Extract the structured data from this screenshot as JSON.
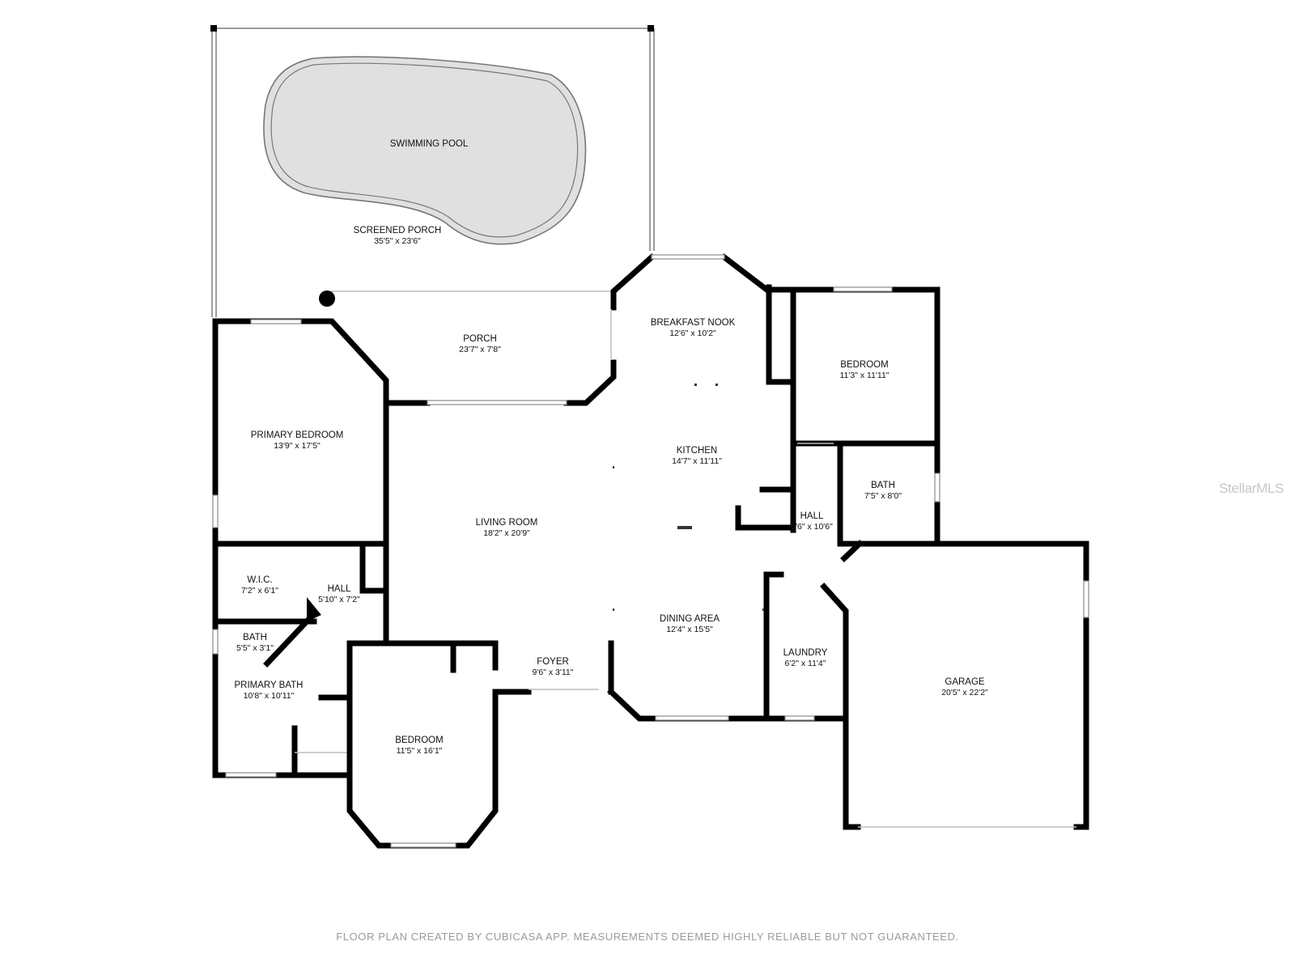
{
  "rooms": [
    {
      "id": "swimming-pool",
      "name": "SWIMMING POOL",
      "size": ""
    },
    {
      "id": "screened-porch",
      "name": "SCREENED PORCH",
      "size": "35'5\" x 23'6\""
    },
    {
      "id": "porch",
      "name": "PORCH",
      "size": "23'7\" x 7'8\""
    },
    {
      "id": "breakfast-nook",
      "name": "BREAKFAST NOOK",
      "size": "12'6\" x 10'2\""
    },
    {
      "id": "bedroom-ne",
      "name": "BEDROOM",
      "size": "11'3\" x 11'11\""
    },
    {
      "id": "primary-bedroom",
      "name": "PRIMARY BEDROOM",
      "size": "13'9\" x 17'5\""
    },
    {
      "id": "kitchen",
      "name": "KITCHEN",
      "size": "14'7\" x 11'11\""
    },
    {
      "id": "bath-e",
      "name": "BATH",
      "size": "7'5\" x 8'0\""
    },
    {
      "id": "living-room",
      "name": "LIVING ROOM",
      "size": "18'2\" x 20'9\""
    },
    {
      "id": "hall-e",
      "name": "HALL",
      "size": "3'6\" x 10'6\""
    },
    {
      "id": "wic",
      "name": "W.I.C.",
      "size": "7'2\" x 6'1\""
    },
    {
      "id": "hall-w",
      "name": "HALL",
      "size": "5'10\" x 7'2\""
    },
    {
      "id": "dining-area",
      "name": "DINING AREA",
      "size": "12'4\" x 15'5\""
    },
    {
      "id": "bath-w",
      "name": "BATH",
      "size": "5'5\" x 3'1\""
    },
    {
      "id": "laundry",
      "name": "LAUNDRY",
      "size": "6'2\" x 11'4\""
    },
    {
      "id": "foyer",
      "name": "FOYER",
      "size": "9'6\" x 3'11\""
    },
    {
      "id": "primary-bath",
      "name": "PRIMARY BATH",
      "size": "10'8\" x 10'11\""
    },
    {
      "id": "garage",
      "name": "GARAGE",
      "size": "20'5\" x 22'2\""
    },
    {
      "id": "bedroom-s",
      "name": "BEDROOM",
      "size": "11'5\" x 16'1\""
    }
  ],
  "footer": "FLOOR PLAN CREATED BY CUBICASA APP. MEASUREMENTS DEEMED HIGHLY RELIABLE BUT NOT GUARANTEED.",
  "watermark": "StellarMLS",
  "colors": {
    "wall": "#000000",
    "pool": "#e0e0e0",
    "footer": "#9a9a9a",
    "watermark": "#c8c8c8"
  }
}
